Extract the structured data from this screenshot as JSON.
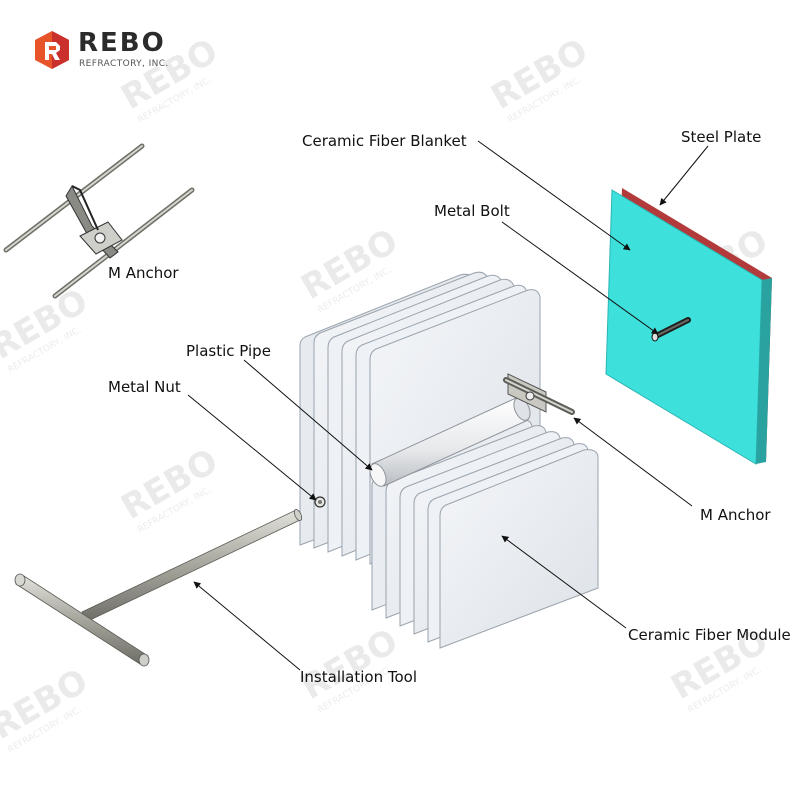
{
  "brand": {
    "name": "REBO",
    "subtitle": "REFRACTORY, INC.",
    "accent_orange": "#e8542a",
    "accent_red": "#c9302c"
  },
  "labels": {
    "m_anchor_top": "M Anchor",
    "ceramic_fiber_blanket": "Ceramic Fiber Blanket",
    "steel_plate": "Steel Plate",
    "metal_bolt": "Metal Bolt",
    "plastic_pipe": "Plastic Pipe",
    "metal_nut": "Metal Nut",
    "m_anchor_right": "M Anchor",
    "ceramic_fiber_module": "Ceramic Fiber Module",
    "installation_tool": "Installation Tool"
  },
  "colors": {
    "steel_plate_face": "#3ee0dc",
    "steel_plate_edge": "#b23a3a",
    "module_fill": "#eef2f6",
    "metal": "#a9a9a2"
  },
  "watermark": {
    "word": "REBO",
    "sub": "REFRACTORY, INC."
  }
}
